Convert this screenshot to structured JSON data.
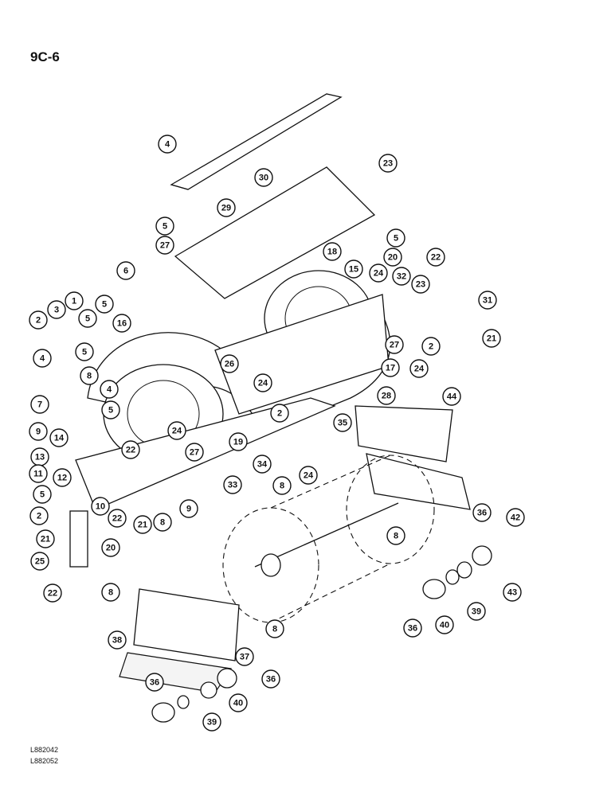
{
  "header": {
    "page_code": "9C-6"
  },
  "footer": {
    "ref_top": "L882042",
    "ref_bottom": "L882052"
  },
  "callouts": [
    "4",
    "30",
    "23",
    "29",
    "5",
    "5",
    "27",
    "6",
    "18",
    "20",
    "15",
    "22",
    "24",
    "32",
    "23",
    "31",
    "1",
    "3",
    "5",
    "5",
    "2",
    "16",
    "2",
    "27",
    "21",
    "24",
    "5",
    "4",
    "26",
    "24",
    "17",
    "28",
    "44",
    "8",
    "4",
    "7",
    "5",
    "2",
    "24",
    "27",
    "19",
    "35",
    "9",
    "14",
    "13",
    "22",
    "34",
    "8",
    "24",
    "11",
    "12",
    "33",
    "5",
    "10",
    "22",
    "9",
    "8",
    "2",
    "21",
    "36",
    "42",
    "21",
    "8",
    "20",
    "25",
    "22",
    "8",
    "43",
    "36",
    "40",
    "39",
    "38",
    "8",
    "37",
    "36",
    "36",
    "40",
    "39"
  ]
}
